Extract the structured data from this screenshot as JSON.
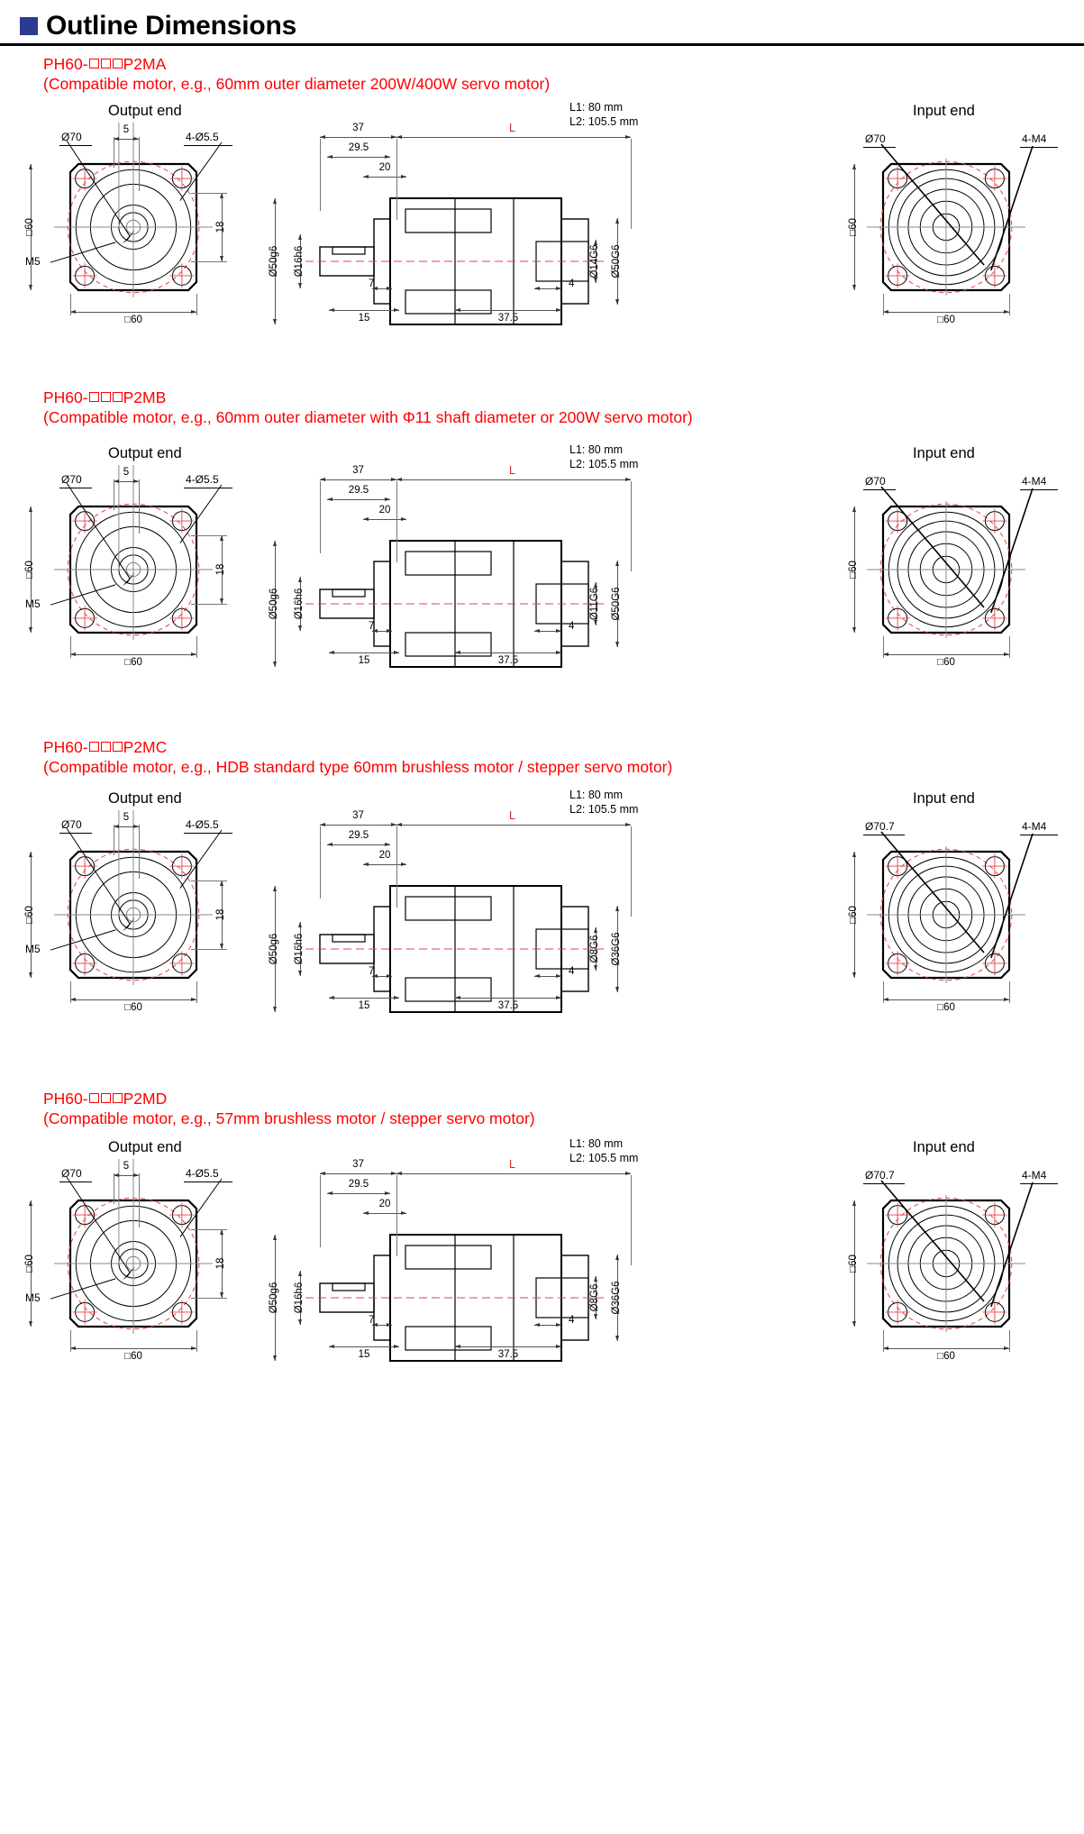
{
  "header": {
    "title": "Outline Dimensions",
    "bullet_color": "#2b3b8f"
  },
  "accent_red": "#ff0000",
  "common": {
    "view_output": "Output end",
    "view_input": "Input end",
    "l1": "L1:  80   mm",
    "l2": "L2: 105.5  mm",
    "l_symbol": "L",
    "dims": {
      "d70": "Ø70",
      "d70_7": "Ø70.7",
      "five": "5",
      "four_holes": "4-Ø5.5",
      "four_m4": "4-M4",
      "sq60": "□60",
      "m5": "M5",
      "eighteen": "18",
      "d37": "37",
      "d29_5": "29.5",
      "d20": "20",
      "d7": "7",
      "d15": "15",
      "d4": "4",
      "d37_5": "37.5",
      "d50g6": "Ø50g6",
      "d16h6": "Ø16h6",
      "d50G6": "Ø50G6"
    }
  },
  "sections": [
    {
      "id": "p2ma",
      "model_prefix": "PH60-",
      "model_suffix": "P2MA",
      "description": "(Compatible motor, e.g., 60mm outer diameter 200W/400W servo motor)",
      "input_bore": "Ø14G6",
      "input_outer": "Ø50G6",
      "input_pcd": "Ø70"
    },
    {
      "id": "p2mb",
      "model_prefix": "PH60-",
      "model_suffix": "P2MB",
      "description": "(Compatible motor, e.g., 60mm outer diameter with Φ11 shaft diameter or 200W servo motor)",
      "input_bore": "Ø11G6",
      "input_outer": "Ø50G6",
      "input_pcd": "Ø70"
    },
    {
      "id": "p2mc",
      "model_prefix": "PH60-",
      "model_suffix": "P2MC",
      "description": "(Compatible motor, e.g., HDB standard type 60mm brushless motor / stepper servo motor)",
      "input_bore": "Ø8G6",
      "input_outer": "Ø36G6",
      "input_pcd": "Ø70.7"
    },
    {
      "id": "p2md",
      "model_prefix": "PH60-",
      "model_suffix": "P2MD",
      "description": "(Compatible motor, e.g., 57mm brushless motor / stepper servo motor)",
      "input_bore": "Ø8G6",
      "input_outer": "Ø36G6",
      "input_pcd": "Ø70.7"
    }
  ]
}
